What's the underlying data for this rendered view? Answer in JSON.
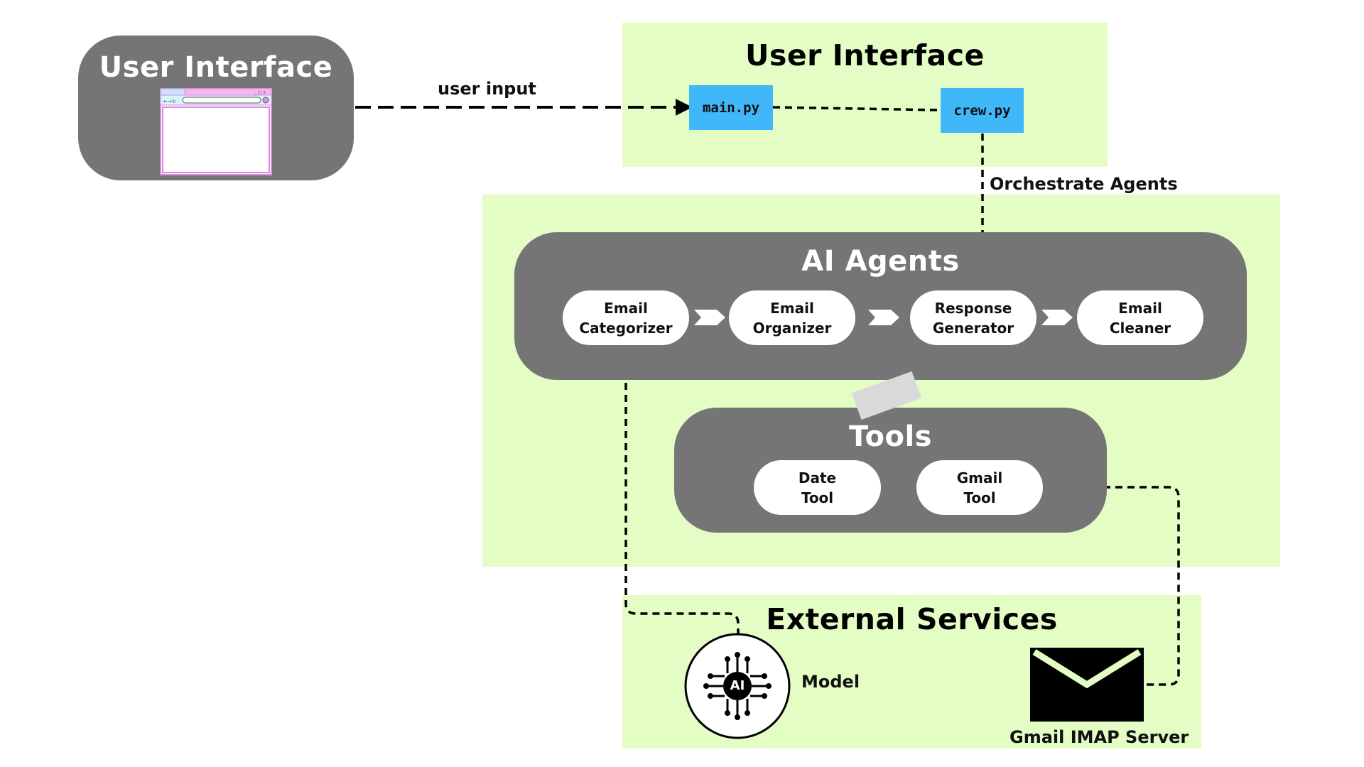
{
  "left_ui": {
    "title": "User Interface"
  },
  "user_input_label": "user input",
  "top_zone": {
    "title": "User Interface",
    "main_file": "main.py",
    "crew_file": "crew.py"
  },
  "orchestrate_label": "Orchestrate Agents",
  "agents": {
    "title": "AI Agents",
    "items": [
      "Email\nCategorizer",
      "Email\nOrganizer",
      "Response\nGenerator",
      "Email\nCleaner"
    ]
  },
  "tools": {
    "title": "Tools",
    "items": [
      "Date\nTool",
      "Gmail\nTool"
    ]
  },
  "external": {
    "title": "External Services",
    "model_label": "Model",
    "model_badge": "AI",
    "gmail_label": "Gmail IMAP Server"
  },
  "colors": {
    "zone": "#e3fdc4",
    "panel": "#757575",
    "file_box": "#3fb7f9"
  }
}
